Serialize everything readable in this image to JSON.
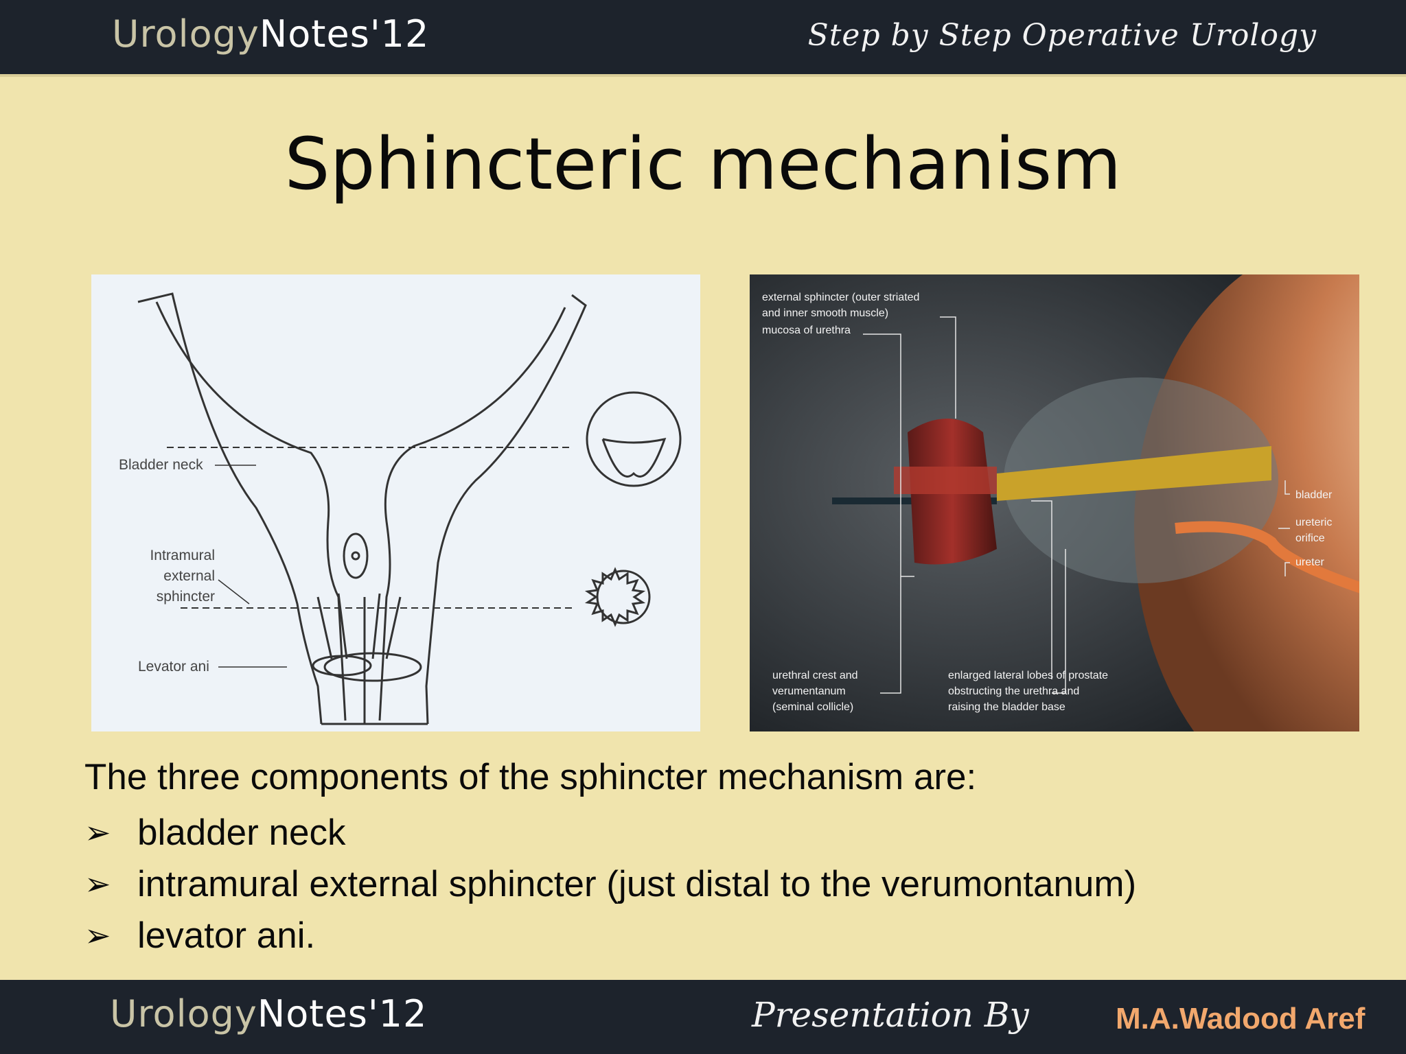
{
  "header": {
    "brand_part1": "Urology",
    "brand_part2": "Notes",
    "brand_part3": "'12",
    "tagline": "Step by Step Operative Urology"
  },
  "slide": {
    "title": "Sphincteric mechanism"
  },
  "left_figure": {
    "labels": {
      "bladder_neck": "Bladder neck",
      "intramural_line1": "Intramural",
      "intramural_line2": "external",
      "intramural_line3": "sphincter",
      "levator_ani": "Levator ani"
    }
  },
  "right_figure": {
    "labels": {
      "external_sphincter": "external sphincter (outer striated\nand inner smooth muscle)",
      "mucosa": "mucosa of urethra",
      "bladder": "bladder",
      "ureteric_orifice": "ureteric\norifice",
      "ureter": "ureter",
      "urethral_crest": "urethral crest and\nverumentanum\n(seminal collicle)",
      "enlarged_lobes": "enlarged lateral lobes of prostate\nobstructing the urethra and\nraising the bladder base"
    }
  },
  "body": {
    "intro": "The three components of the sphincter mechanism are:",
    "bullet_symbol": "➢",
    "bullets": [
      "bladder neck",
      "intramural external sphincter (just distal to the verumontanum)",
      "levator ani."
    ]
  },
  "footer": {
    "brand_part1": "Urology",
    "brand_part2": "Notes",
    "brand_part3": "'12",
    "presented_by": "Presentation By",
    "author": "M.A.Wadood Aref"
  },
  "colors": {
    "background": "#f0e4ad",
    "bars": "#1d232c",
    "author_accent": "#f2a86d"
  }
}
